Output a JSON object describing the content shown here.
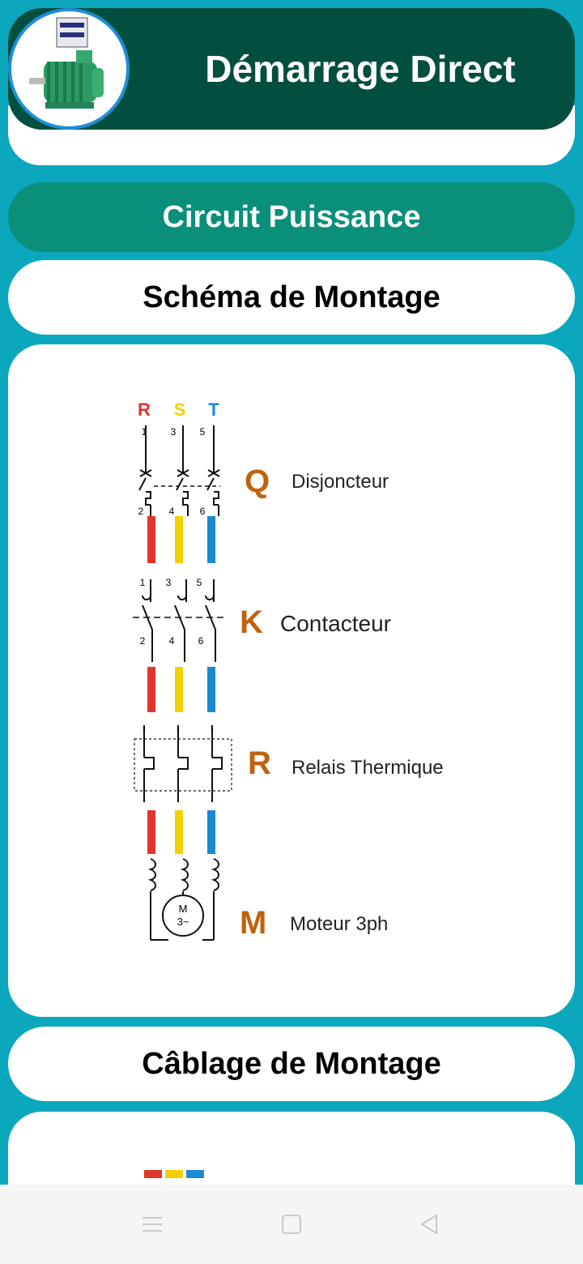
{
  "header": {
    "title": "Démarrage Direct",
    "avatar_icon": "motor-contactor-icon"
  },
  "section_button": {
    "label": "Circuit Puissance"
  },
  "schema_pill": {
    "label": "Schéma de Montage"
  },
  "cablage_pill": {
    "label": "Câblage de Montage"
  },
  "diagram": {
    "phases": [
      {
        "letter": "R",
        "color": "#e0362c"
      },
      {
        "letter": "S",
        "color": "#f5d000"
      },
      {
        "letter": "T",
        "color": "#1b8ad3"
      }
    ],
    "terminal_top": [
      "1",
      "3",
      "5"
    ],
    "terminal_bottom": [
      "2",
      "4",
      "6"
    ],
    "components": [
      {
        "symbol": "Q",
        "label": "Disjoncteur"
      },
      {
        "symbol": "K",
        "label": "Contacteur"
      },
      {
        "symbol": "R",
        "label": "Relais Thermique"
      },
      {
        "symbol": "M",
        "label": "Moteur 3ph"
      }
    ],
    "motor_text": "M",
    "motor_sub": "3~",
    "accent_color": "#c0620e"
  },
  "navbar": {
    "icons": [
      "menu-icon",
      "home-square-icon",
      "back-triangle-icon"
    ]
  }
}
